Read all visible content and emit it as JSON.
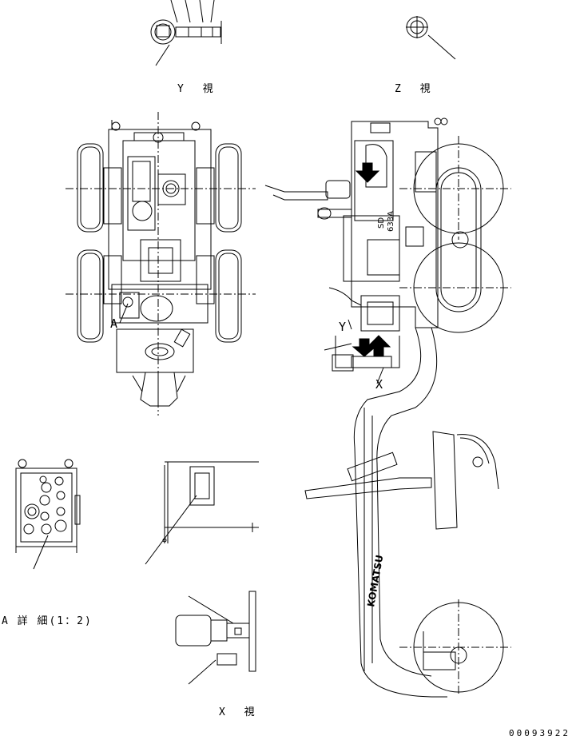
{
  "labels": {
    "view_y": "Y 視",
    "view_z": "Z 視",
    "view_x": "X 視",
    "detail_a": "A 詳 細(1：2)",
    "callout_a": "A",
    "callout_x": "X",
    "callout_y": "Y",
    "drawing_number": "00093922"
  },
  "decals": {
    "brand": "KOMATSU",
    "model_top": "SD",
    "model_bottom": "633A"
  },
  "colors": {
    "line": "#000000",
    "background": "#ffffff"
  }
}
